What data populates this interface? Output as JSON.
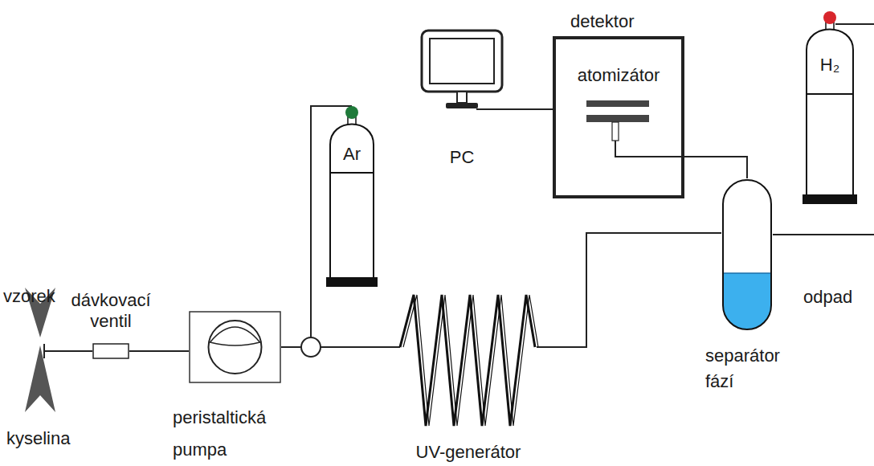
{
  "diagram": {
    "nodes": [
      {
        "text": [
          "dávkovací ventil"
        ]
      },
      {
        "text": [
          "peristaltická pumpa"
        ]
      },
      {
        "text": [
          "Ar"
        ]
      },
      {
        "text": [
          "UV-generátor"
        ]
      },
      {
        "text": [
          "separátor fází"
        ]
      },
      {
        "text": [
          "detektor",
          "atomizátor"
        ]
      },
      {
        "text": [
          "PC"
        ]
      },
      {
        "text": [
          "H₂"
        ]
      }
    ],
    "edges": [
      {
        "from": 0,
        "to": 1,
        "arrow": "none"
      },
      {
        "from": 1,
        "to": 3,
        "arrow": "none"
      },
      {
        "from": 2,
        "to": 3,
        "arrow": "none"
      },
      {
        "from": 3,
        "to": 4,
        "arrow": "none"
      },
      {
        "from": 4,
        "to": 5,
        "arrow": "none"
      },
      {
        "from": 6,
        "to": 5,
        "arrow": "none"
      }
    ],
    "labels": [
      "vzorek",
      "kyselina",
      "odpad"
    ]
  }
}
